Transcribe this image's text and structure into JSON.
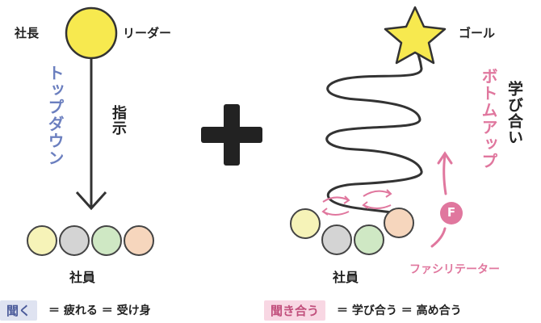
{
  "left": {
    "boss_label": "社長",
    "leader_label": "リーダー",
    "topdown_label": "トップダウン",
    "instruct_label": "指示",
    "staff_label": "社員",
    "colors": [
      "#f6f3b8",
      "#d4d4d4",
      "#cfe8c4",
      "#f6d6bd"
    ]
  },
  "right": {
    "goal_label": "ゴール",
    "bottomup_label": "ボトムアップ",
    "learn_label": "学び合い",
    "staff_label": "社員",
    "facilitator_label": "ファシリテーター",
    "f_badge": "F",
    "colors": [
      "#f6f3b8",
      "#d4d4d4",
      "#cfe8c4",
      "#f6d6bd"
    ]
  },
  "plus_symbol": "+",
  "footer": {
    "left_tag": "聞く",
    "left_text": "＝ 疲れる ＝ 受け身",
    "right_tag": "聞き合う",
    "right_text": "＝ 学び合う ＝ 高め合う"
  },
  "accent": {
    "blue": "#6b7fbf",
    "pink": "#e0779e",
    "yellow": "#f7e94f",
    "left_tag_bg": "#dfe3f1",
    "right_tag_bg": "#f8d7e3"
  }
}
